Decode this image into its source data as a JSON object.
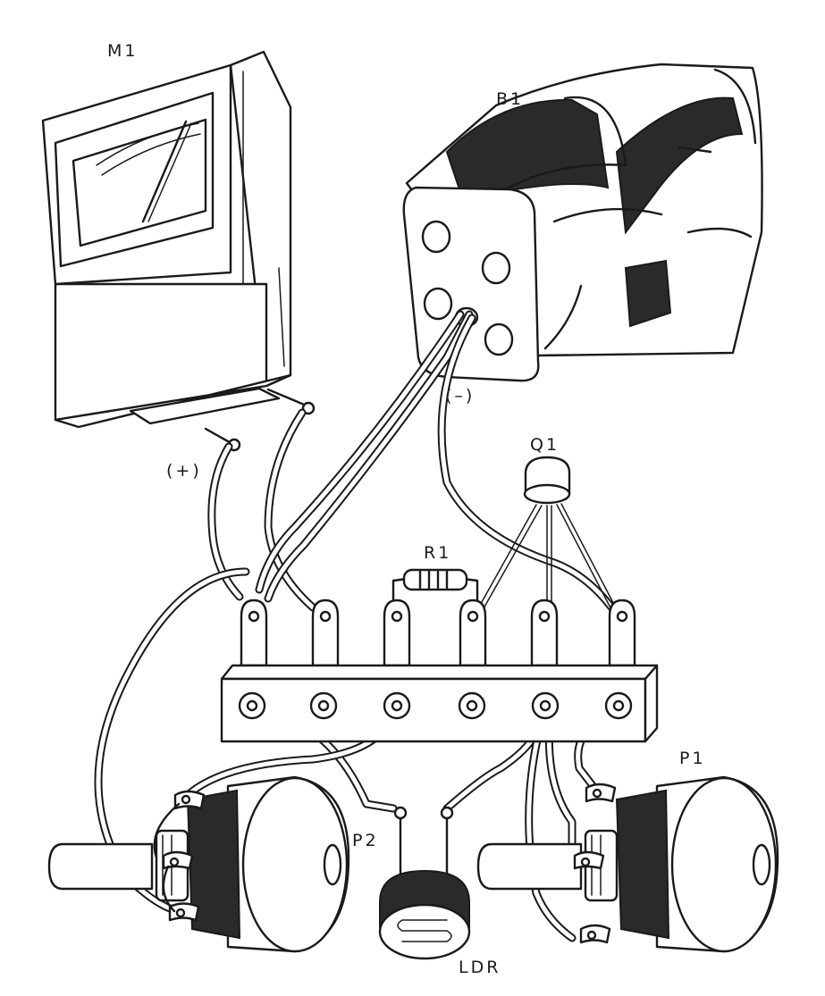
{
  "labels": {
    "meter": "M1",
    "battery": "B1",
    "plus": "(+)",
    "minus": "(–)",
    "transistor": "Q1",
    "resistor": "R1",
    "pot_right": "P1",
    "pot_left": "P2",
    "ldr": "LDR"
  },
  "icons": {
    "meter": "analog-meter-icon",
    "battery": "battery-holder-icon",
    "transistor": "transistor-icon",
    "resistor": "resistor-icon",
    "terminal_strip": "terminal-strip-icon",
    "potentiometer": "potentiometer-icon",
    "ldr": "photoresistor-icon"
  }
}
